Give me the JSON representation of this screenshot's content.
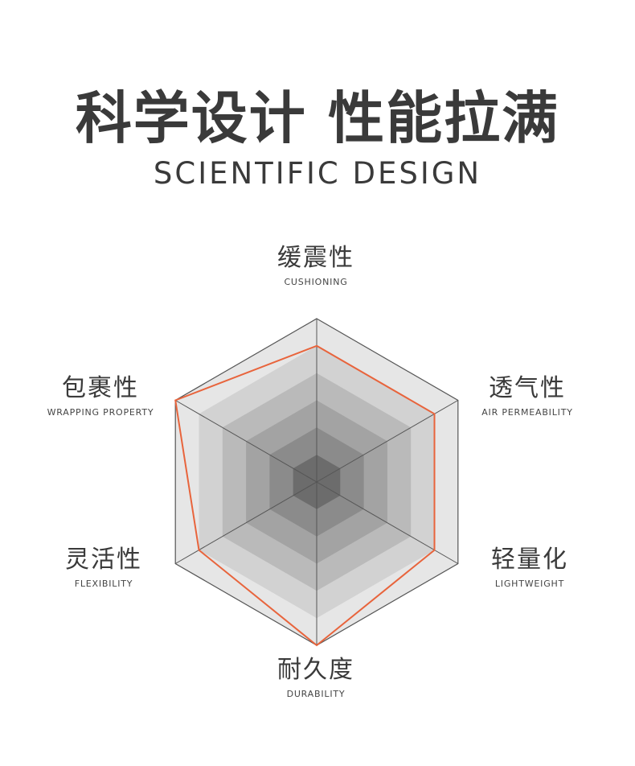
{
  "header": {
    "title_cn": "科学设计 性能拉满",
    "title_en": "SCIENTIFIC DESIGN"
  },
  "chart_data": {
    "type": "radar",
    "axes": [
      {
        "cn": "缓震性",
        "en": "CUSHIONING"
      },
      {
        "cn": "透气性",
        "en": "AIR PERMEABILITY"
      },
      {
        "cn": "轻量化",
        "en": "LIGHTWEIGHT"
      },
      {
        "cn": "耐久度",
        "en": "DURABILITY"
      },
      {
        "cn": "灵活性",
        "en": "FLEXIBILITY"
      },
      {
        "cn": "包裹性",
        "en": "WRAPPING PROPERTY"
      }
    ],
    "levels": 6,
    "max": 6,
    "series": [
      {
        "values": [
          5,
          5,
          5,
          6,
          5,
          6
        ],
        "color": "#e8643c"
      }
    ],
    "colors": {
      "rings": [
        "#e6e6e6",
        "#d2d2d2",
        "#bababa",
        "#a3a3a3",
        "#8b8b8b",
        "#6c6c6c"
      ],
      "grid_line": "#555555"
    }
  }
}
